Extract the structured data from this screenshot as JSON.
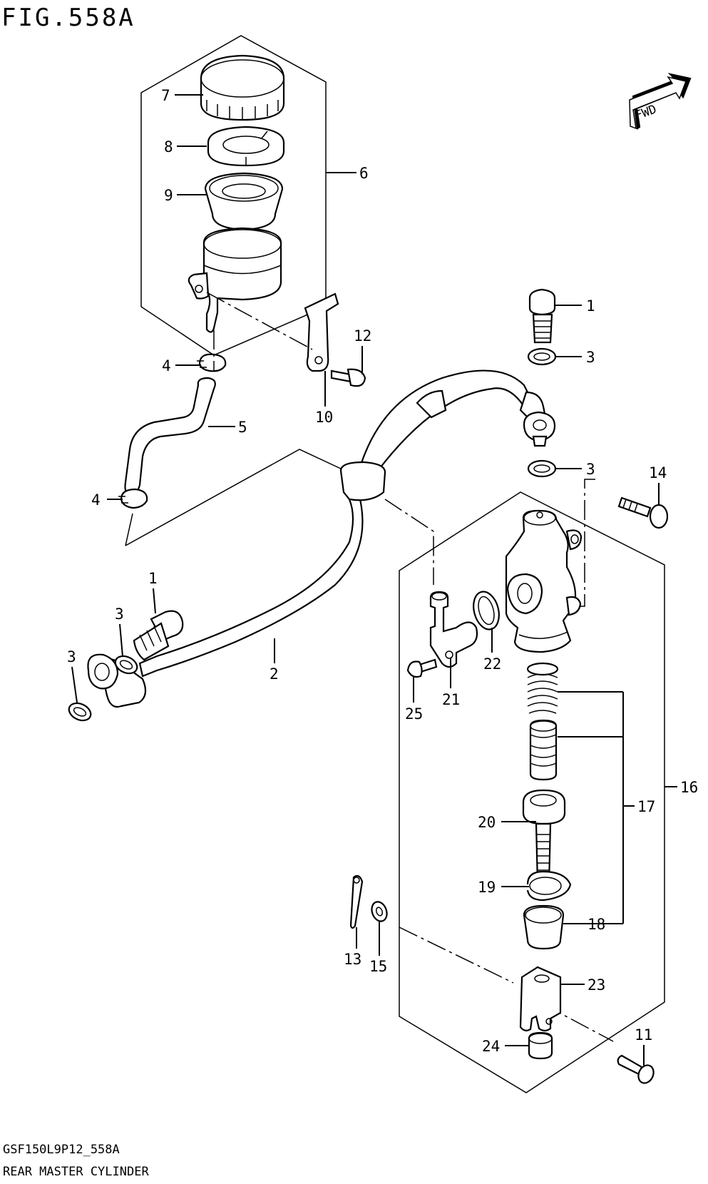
{
  "figure_title": "FIG.558A",
  "fwd_badge": "FWD",
  "model_code": "GSF150L9P12_558A",
  "section_title": "REAR MASTER CYLINDER",
  "callouts": {
    "c1a": "1",
    "c1b": "1",
    "c2": "2",
    "c3a": "3",
    "c3b": "3",
    "c3c": "3",
    "c3d": "3",
    "c4a": "4",
    "c4b": "4",
    "c5": "5",
    "c6": "6",
    "c7": "7",
    "c8": "8",
    "c9": "9",
    "c10": "10",
    "c11": "11",
    "c12": "12",
    "c13": "13",
    "c14": "14",
    "c15": "15",
    "c16": "16",
    "c17": "17",
    "c18": "18",
    "c19": "19",
    "c20": "20",
    "c21": "21",
    "c22": "22",
    "c23": "23",
    "c24": "24",
    "c25": "25"
  }
}
